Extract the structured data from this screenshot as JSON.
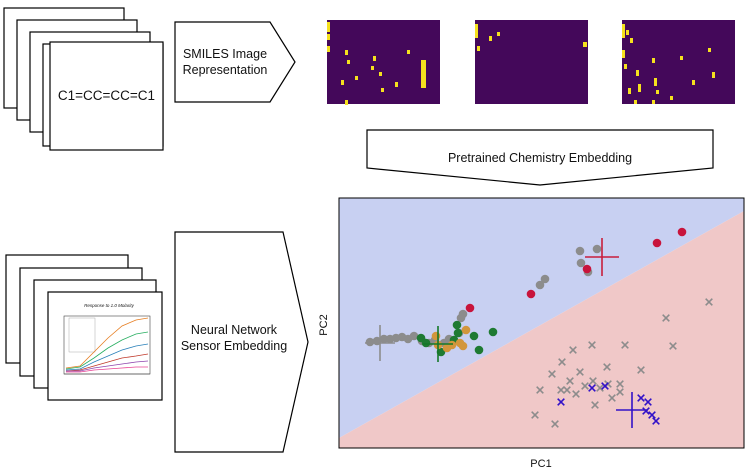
{
  "smiles_stack": {
    "text": "C1=CC=CC=C1"
  },
  "smiles_arrow": {
    "label": "SMILES Image\nRepresentation"
  },
  "chem_arrow": {
    "label": "Pretrained Chemistry Embedding"
  },
  "sensor_arrow": {
    "label": "Neural Network\nSensor Embedding"
  },
  "sensor_doc": {
    "caption": "Response to 1.0 Molarity"
  },
  "plot": {
    "xlabel": "PC1",
    "ylabel": "PC2",
    "colors": {
      "region_top": "#c8d0f2",
      "region_bottom": "#f0c8c8",
      "gray": "#8c8c8c",
      "red": "#c8143c",
      "green": "#1e7a32",
      "orange": "#d2963c",
      "blue": "#3212c8",
      "cross_red": "#c81e3c",
      "cross_gray": "#8c8c8c",
      "cross_green": "#147828",
      "cross_blue": "#3212c8"
    }
  },
  "heatmap": {
    "color_bg": "#44085a",
    "color_cell": "#f5e11e"
  }
}
